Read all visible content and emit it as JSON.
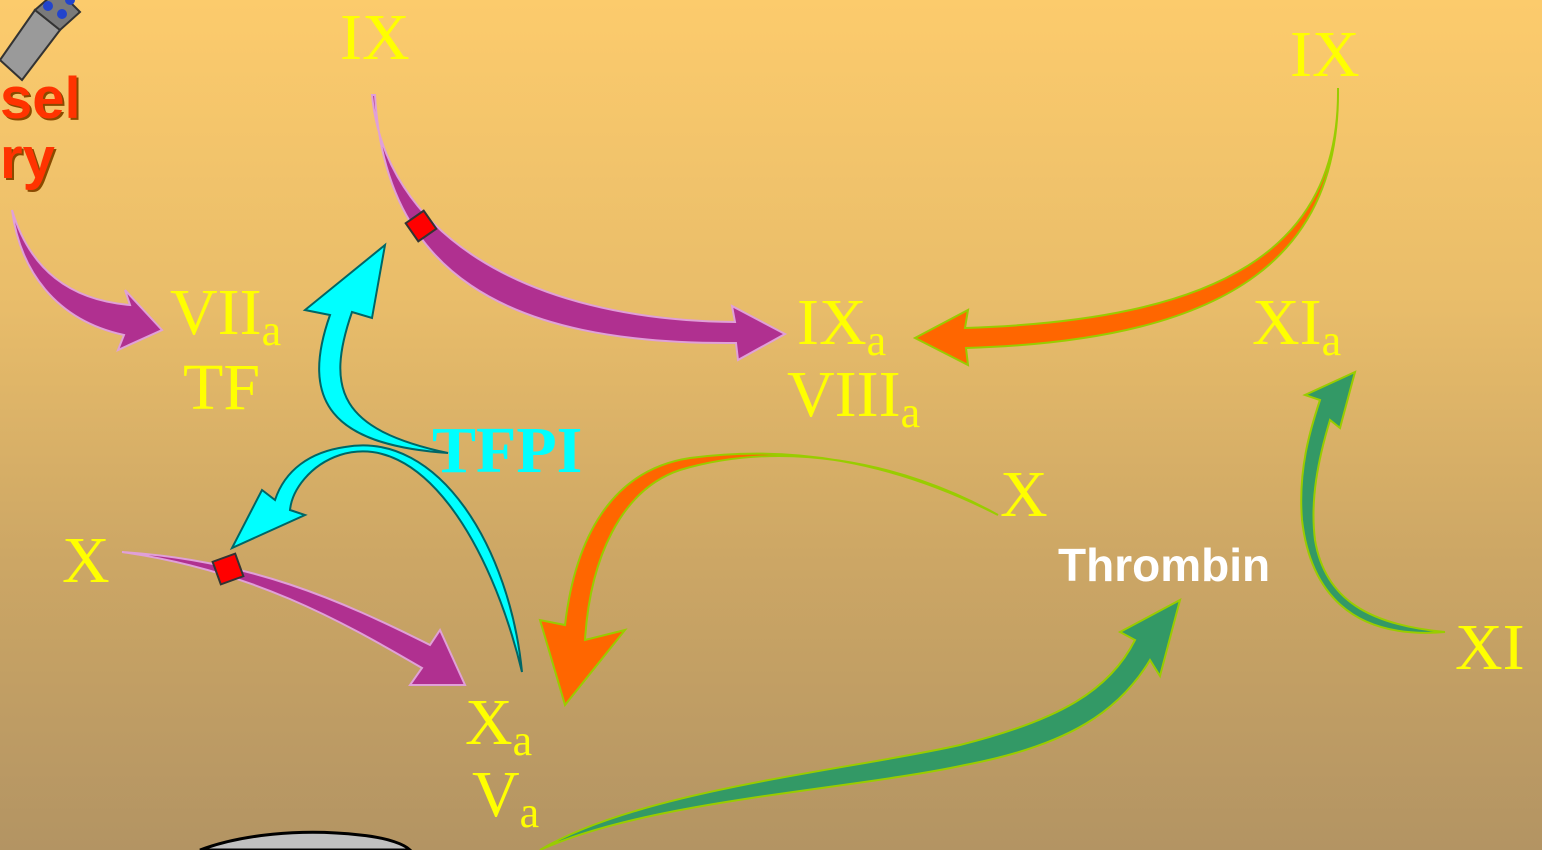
{
  "labels": {
    "vessel_injury_line1": "sel",
    "vessel_injury_line2": "ry",
    "ix_top_left": "IX",
    "ix_top_right": "IX",
    "viia_main": "VII",
    "viia_sub": "a",
    "tf": "TF",
    "ixa_main": "IX",
    "ixa_sub": "a",
    "viiia_main": "VIII",
    "viiia_sub": "a",
    "xia_main": "XI",
    "xia_sub": "a",
    "tfpi": "TFPI",
    "x_left": "X",
    "x_right": "X",
    "thrombin": "Thrombin",
    "xi": "XI",
    "xa_main": "X",
    "xa_sub": "a",
    "va_main": "V",
    "va_sub": "a"
  },
  "colors": {
    "extrinsic_arrow": "#b03090",
    "intrinsic_arrow": "#ff6600",
    "inhibitor_arrow": "#00ffff",
    "feedback_arrow": "#339966",
    "inhibition_marker": "#ff0000",
    "label_color": "#ffff00"
  }
}
